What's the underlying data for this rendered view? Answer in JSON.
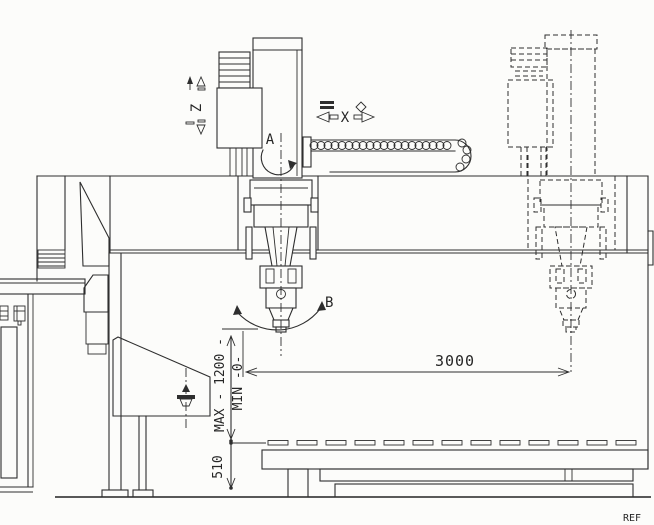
{
  "axis_labels": {
    "z": "Z",
    "x": "X",
    "a": "A",
    "b": "B"
  },
  "dimensions": {
    "x_travel": "3000",
    "z_max": "MAX - 1200 -",
    "z_min": "MIN -0-",
    "table_height": "510"
  },
  "corner_text": {
    "fragment": "REF"
  },
  "colors": {
    "line": "#2e2e2e",
    "background": "#fcfcfa"
  }
}
